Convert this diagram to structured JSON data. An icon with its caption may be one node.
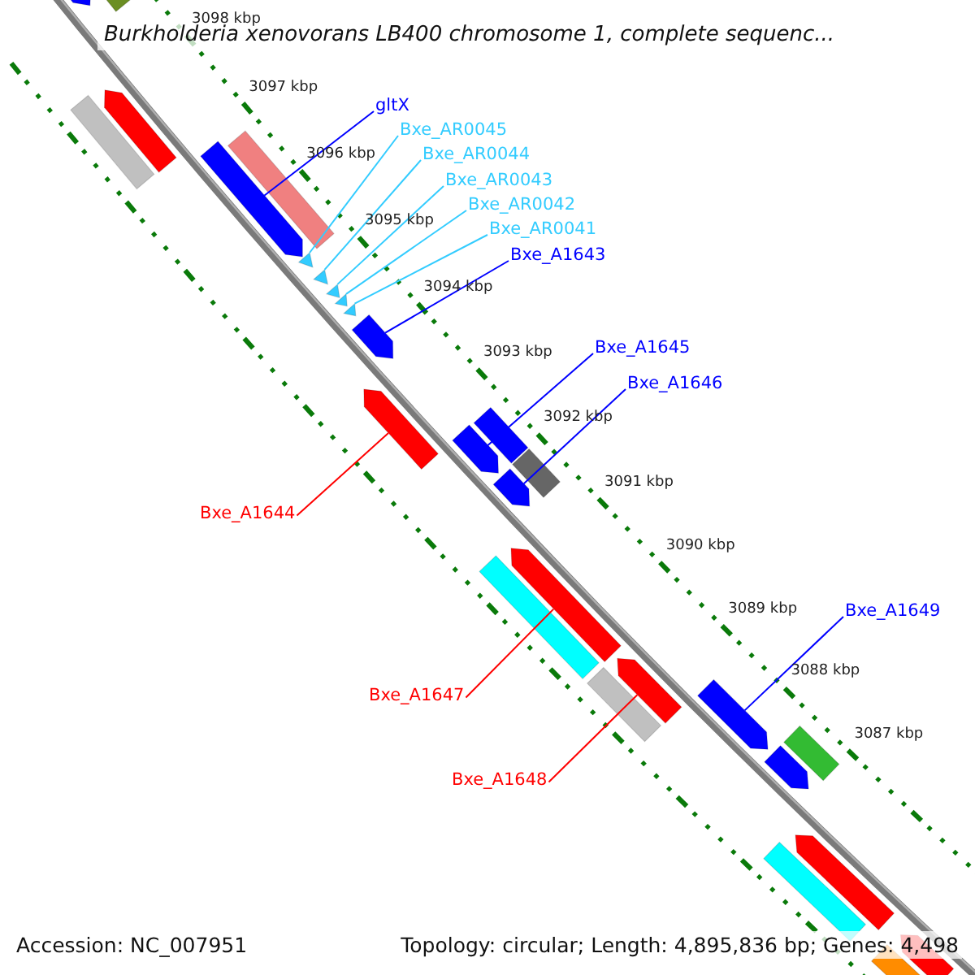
{
  "diagram": {
    "title": "Burkholderia xenovorans LB400 chromosome 1, complete sequenc...",
    "nodes": [
      {
        "text": [
          "gltX"
        ]
      },
      {
        "text": [
          "Bxe_AR0045"
        ]
      },
      {
        "text": [
          "Bxe_AR0044"
        ]
      },
      {
        "text": [
          "Bxe_AR0043"
        ]
      },
      {
        "text": [
          "Bxe_AR0042"
        ]
      },
      {
        "text": [
          "Bxe_AR0041"
        ]
      },
      {
        "text": [
          "Bxe_A1643"
        ]
      },
      {
        "text": [
          "Bxe_A1645"
        ]
      },
      {
        "text": [
          "Bxe_A1646"
        ]
      },
      {
        "text": [
          "Bxe_A1644"
        ]
      },
      {
        "text": [
          "Bxe_A1649"
        ]
      },
      {
        "text": [
          "Bxe_A1647"
        ]
      },
      {
        "text": [
          "Bxe_A1648"
        ]
      },
      {
        "text": [],
        "shape": "arrow"
      },
      {
        "text": [],
        "shape": "bar"
      },
      {
        "text": [],
        "shape": "bar"
      },
      {
        "text": [],
        "shape": "arrow"
      },
      {
        "text": [],
        "shape": "arrow"
      },
      {
        "text": [],
        "shape": "bar"
      },
      {
        "text": [],
        "shape": "triangle"
      },
      {
        "text": [],
        "shape": "triangle"
      },
      {
        "text": [],
        "shape": "triangle"
      },
      {
        "text": [],
        "shape": "triangle"
      },
      {
        "text": [],
        "shape": "triangle"
      },
      {
        "text": [],
        "shape": "arrow"
      },
      {
        "text": [],
        "shape": "arrow"
      },
      {
        "text": [],
        "shape": "arrow"
      },
      {
        "text": [],
        "shape": "bar"
      },
      {
        "text": [],
        "shape": "bar"
      },
      {
        "text": [],
        "shape": "arrow"
      },
      {
        "text": [],
        "shape": "bar"
      },
      {
        "text": [],
        "shape": "arrow"
      },
      {
        "text": [],
        "shape": "bar"
      },
      {
        "text": [],
        "shape": "arrow"
      },
      {
        "text": [],
        "shape": "arrow"
      },
      {
        "text": [],
        "shape": "arrow"
      },
      {
        "text": [],
        "shape": "bar"
      },
      {
        "text": [],
        "shape": "bar"
      },
      {
        "text": [],
        "shape": "arrow"
      },
      {
        "text": [],
        "shape": "bar"
      },
      {
        "text": [],
        "shape": "arrow"
      }
    ],
    "edges": [
      {
        "from": 0,
        "to": 17,
        "arrow": "none"
      },
      {
        "from": 1,
        "to": 19,
        "arrow": "none",
        "color": "#33ccff"
      },
      {
        "from": 2,
        "to": 20,
        "arrow": "none",
        "color": "#33ccff"
      },
      {
        "from": 3,
        "to": 21,
        "arrow": "none",
        "color": "#33ccff"
      },
      {
        "from": 4,
        "to": 22,
        "arrow": "none",
        "color": "#33ccff"
      },
      {
        "from": 5,
        "to": 23,
        "arrow": "none",
        "color": "#33ccff"
      },
      {
        "from": 6,
        "to": 24,
        "arrow": "none"
      },
      {
        "from": 7,
        "to": 26,
        "arrow": "none"
      },
      {
        "from": 8,
        "to": 29,
        "arrow": "none"
      },
      {
        "from": 9,
        "to": 25,
        "arrow": "none",
        "color": "#ff0000"
      },
      {
        "from": 10,
        "to": 34,
        "arrow": "none"
      },
      {
        "from": 11,
        "to": 31,
        "arrow": "none",
        "color": "#ff0000"
      },
      {
        "from": 12,
        "to": 33,
        "arrow": "none",
        "color": "#ff0000"
      }
    ],
    "labels": [
      "3098 kbp",
      "3097 kbp",
      "3096 kbp",
      "3095 kbp",
      "3094 kbp",
      "3093 kbp",
      "3092 kbp",
      "3091 kbp",
      "3090 kbp",
      "3089 kbp",
      "3088 kbp",
      "3087 kbp",
      "Accession: NC_007951",
      "Topology: circular; Length: 4,895,836 bp; Genes: 4,498"
    ]
  }
}
